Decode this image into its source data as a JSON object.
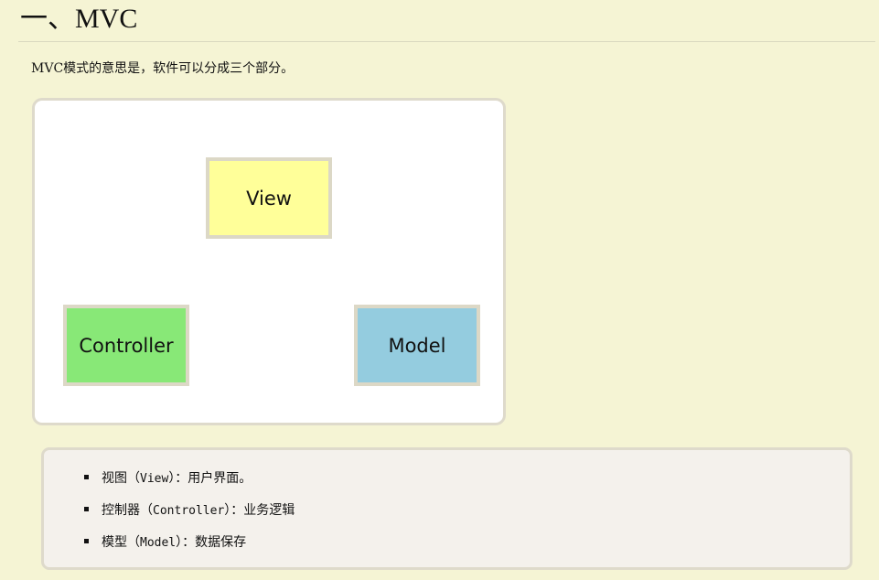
{
  "heading": "一、MVC",
  "intro": "MVC模式的意思是，软件可以分成三个部分。",
  "diagram": {
    "boxes": [
      {
        "label": "View",
        "color": "#ffff99"
      },
      {
        "label": "Controller",
        "color": "#88e877"
      },
      {
        "label": "Model",
        "color": "#94ccdf"
      }
    ]
  },
  "list": [
    {
      "prefix": "视图（",
      "code": "View",
      "suffix": "）：用户界面。"
    },
    {
      "prefix": "控制器（",
      "code": "Controller",
      "suffix": "）：业务逻辑"
    },
    {
      "prefix": "模型（",
      "code": "Model",
      "suffix": "）：数据保存"
    }
  ],
  "colors": {
    "page_background": "#f5f4d4",
    "diagram_background": "#ffffff",
    "list_background": "#f4f1ec",
    "border": "#dedacb"
  }
}
